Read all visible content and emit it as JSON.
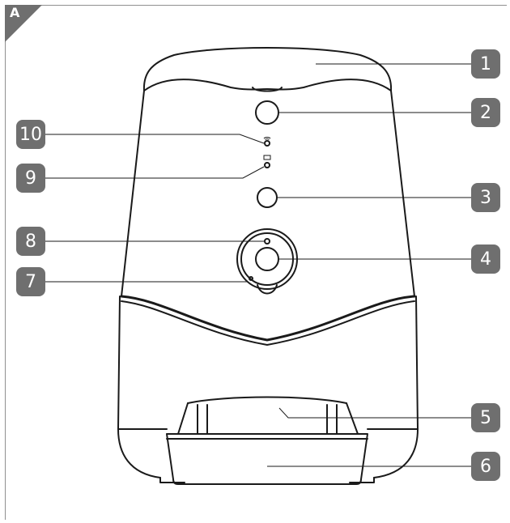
{
  "figure_label": "A",
  "callouts": {
    "c1": "1",
    "c2": "2",
    "c3": "3",
    "c4": "4",
    "c5": "5",
    "c6": "6",
    "c7": "7",
    "c8": "8",
    "c9": "9",
    "c10": "10"
  },
  "colors": {
    "line": "#1a1a1a",
    "callout_fill": "#6f6f6f",
    "frame": "#8f8f8f"
  }
}
